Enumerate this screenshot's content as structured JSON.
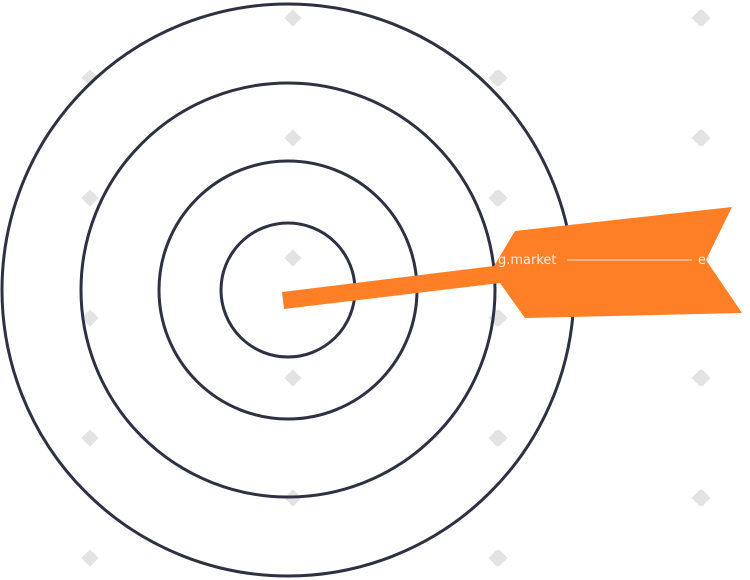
{
  "illustration": {
    "subject": "target-with-arrow",
    "ring_count": 4,
    "colors": {
      "background": "#ffffff",
      "ring_stroke": "#2d3142",
      "arrow_fill": "#ff7f27",
      "watermark_mark": "#e3e3e3"
    },
    "icons": [
      "target-icon",
      "arrow-icon"
    ]
  },
  "watermark": {
    "text": "g.market",
    "badge_letter": "e"
  }
}
